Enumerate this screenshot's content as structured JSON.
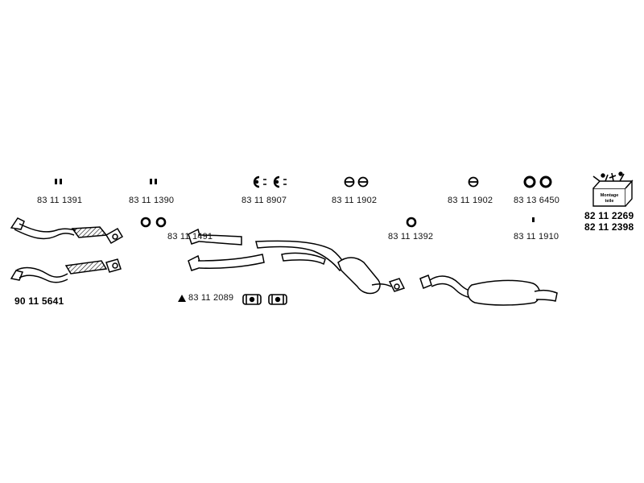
{
  "parts": {
    "clamp_pair_1": "83 11 1391",
    "clamp_pair_2": "83 11 1390",
    "clamp_set": "83 11 8907",
    "gasket_pair_a": "83 11 1902",
    "gasket_single_b": "83 11 1902",
    "ring_pair_large": "83 13 6450",
    "ring_pair_small": "83 11 1491",
    "ring_single": "83 11 1392",
    "bolt_single": "83 11 1910",
    "mount_kit": "83 11 2089",
    "catalyst": "90 11 5641",
    "montage_kit_1": "82 11 2269",
    "montage_kit_2": "82 11 2398"
  },
  "box_label": {
    "line1": "Montage",
    "line2": "teile"
  },
  "colors": {
    "line": "#000000",
    "fill": "#ffffff",
    "hatch": "#000000"
  }
}
